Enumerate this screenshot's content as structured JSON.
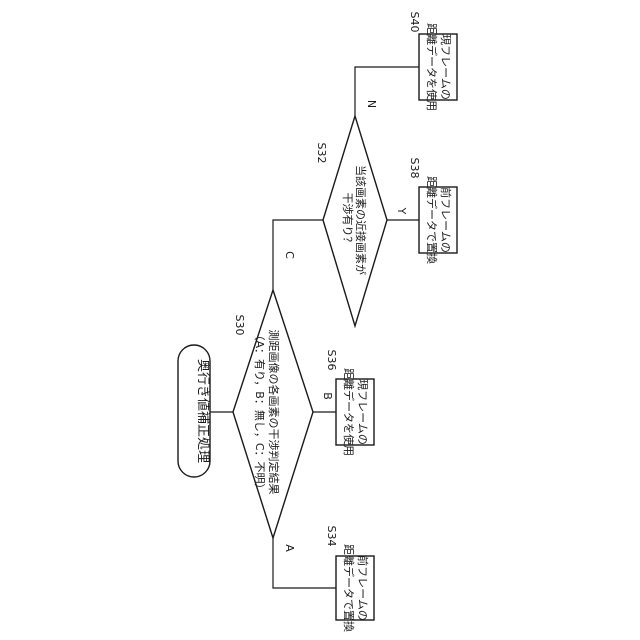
{
  "start": {
    "label": "奥行き値補正処理"
  },
  "s30": {
    "step": "S30",
    "line1": "測距画像の各画素の干渉判定結果",
    "line2": "（A：有り，B：無し，C：不明）",
    "branch_a": "A",
    "branch_b": "B",
    "branch_c": "C"
  },
  "s32": {
    "step": "S32",
    "line1": "当該画素の近接画素が",
    "line2": "干渉有り？",
    "branch_y": "Y",
    "branch_n": "N"
  },
  "s34": {
    "step": "S34",
    "line1": "前フレームの",
    "line2": "距離データで置換"
  },
  "s36": {
    "step": "S36",
    "line1": "現フレームの",
    "line2": "距離データを使用"
  },
  "s38": {
    "step": "S38",
    "line1": "前フレームの",
    "line2": "距離データで置換"
  },
  "s40": {
    "step": "S40",
    "line1": "現フレームの",
    "line2": "距離データを使用"
  }
}
